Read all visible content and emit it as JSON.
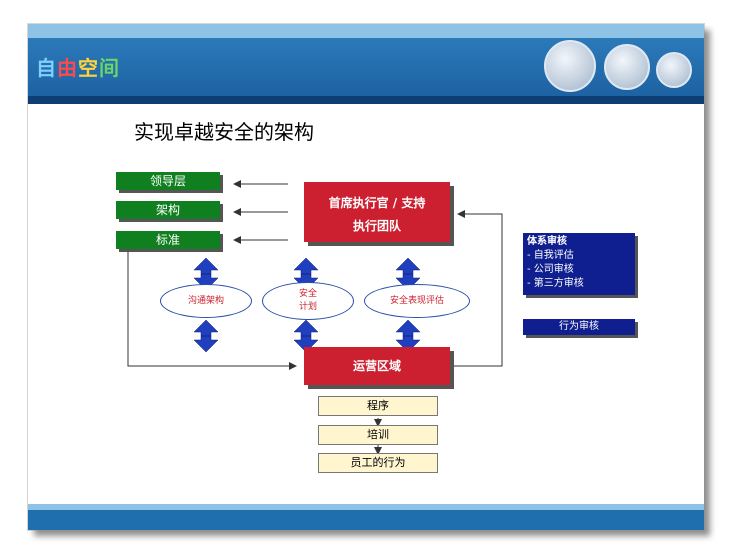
{
  "header": {
    "logo_chars": [
      "自",
      "由",
      "空",
      "间"
    ]
  },
  "page_title": "实现卓越安全的架构",
  "left_boxes": [
    "领导层",
    "架构",
    "标准"
  ],
  "ceo_box": {
    "line1": "首席执行官 / 支持",
    "line2": "执行团队"
  },
  "ellipses": [
    {
      "line1": "沟通架构",
      "line2": ""
    },
    {
      "line1": "安全",
      "line2": "计划"
    },
    {
      "line1": "安全表现评估",
      "line2": ""
    }
  ],
  "operations_box": "运营区域",
  "audit_box": {
    "title": "体系审核",
    "items": [
      "- 自我评估",
      "- 公司审核",
      "- 第三方审核"
    ]
  },
  "behavior_audit": "行为审核",
  "steps": [
    "程序",
    "培训",
    "员工的行为"
  ],
  "colors": {
    "green": "#0f7f1f",
    "red": "#cc1f2f",
    "navy": "#0f1f8f",
    "arrow_blue": "#1f3fbf",
    "header_blue": "#2f7fbf"
  }
}
